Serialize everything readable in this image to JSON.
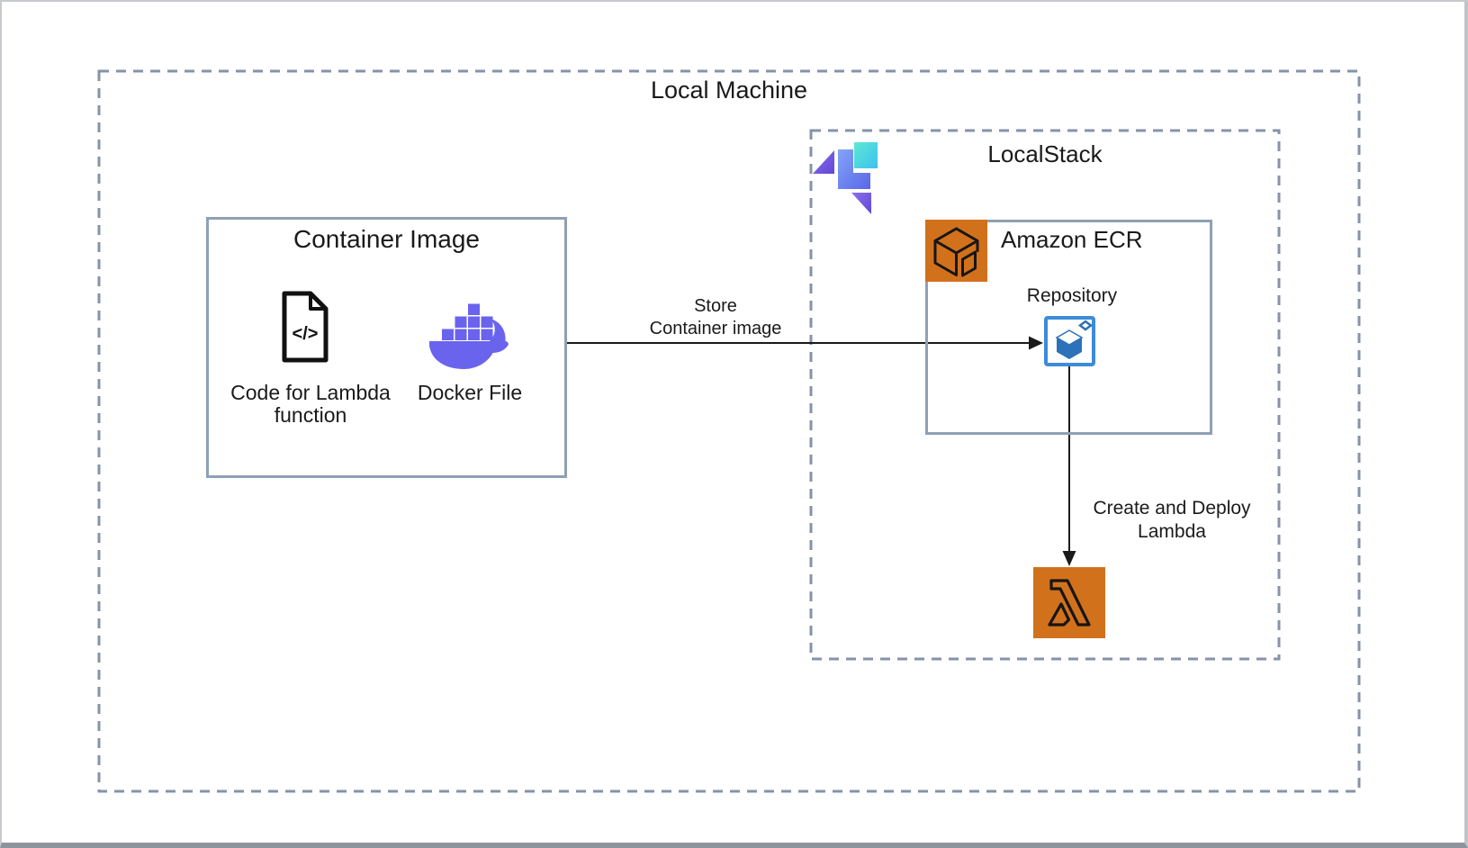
{
  "page": {
    "title": "Local Machine"
  },
  "localstack": {
    "title": "LocalStack"
  },
  "container_image": {
    "title": "Container Image",
    "code_label": [
      "Code for Lambda",
      "function"
    ],
    "docker_label": "Docker File"
  },
  "ecr": {
    "title": "Amazon ECR",
    "repository_label": "Repository"
  },
  "arrows": {
    "store": {
      "lines": [
        "Store",
        "Container image"
      ]
    },
    "deploy": {
      "lines": [
        "Create and Deploy",
        "Lambda"
      ]
    }
  },
  "icons": {
    "code_file": "code-file-icon",
    "docker": "docker-whale-icon",
    "localstack_logo": "localstack-logo",
    "ecr_service": "amazon-ecr-icon",
    "ecr_repository": "ecr-repository-icon",
    "lambda": "aws-lambda-icon"
  },
  "colors": {
    "aws_orange": "#d2711c",
    "docker_purple": "#6a63ee",
    "repository_border_blue": "#3d8bd9",
    "repository_cube_blue": "#2d72b8",
    "dashed_border": "#8593a9",
    "solid_border": "#8fa0b5",
    "text": "#1a1a1a",
    "localstack_purple": "#7158e2",
    "localstack_blue": "#6b85f2",
    "localstack_cyan": "#4cd9e2"
  }
}
